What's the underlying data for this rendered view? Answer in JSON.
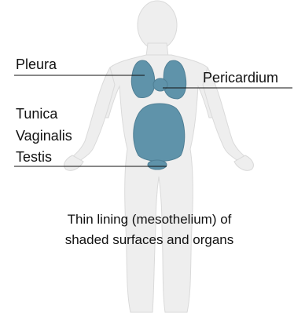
{
  "labels": {
    "pleura": "Pleura",
    "pericardium": "Pericardium",
    "tunica_line1": "Tunica",
    "tunica_line2": "Vaginalis",
    "testis": "Testis"
  },
  "caption": {
    "line1": "Thin lining (mesothelium) of",
    "line2": "shaded surfaces and organs"
  },
  "colors": {
    "body": "#eeeeee",
    "body_outline": "#dadada",
    "organ_fill": "#5f93aa",
    "organ_stroke": "#4f7f95",
    "leader_line": "#111111"
  }
}
